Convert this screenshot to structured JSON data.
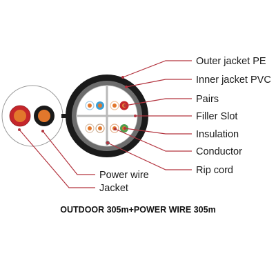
{
  "diagram": {
    "caption": "OUTDOOR 305m+POWER WIRE 305m",
    "labels": {
      "outer_jacket": "Outer jacket PE",
      "inner_jacket": "Inner jacket PVC",
      "pairs": "Pairs",
      "filler_slot": "Filler Slot",
      "insulation": "Insulation",
      "conductor": "Conductor",
      "rip_cord": "Rip cord",
      "power_wire": "Power wire",
      "jacket": "Jacket"
    }
  },
  "colors": {
    "leader_line": "#b3343f",
    "outer_jacket": "#1a1a1a",
    "inner_jacket": "#6d6d6d",
    "core": "#ffffff",
    "filler_cross": "#b9b9b9",
    "power_red": "#c5262b",
    "power_black": "#1a1a1a",
    "conductor_copper": "#e2772c",
    "pair_blue": "#3aa0d6",
    "pair_orange": "#e58a3a",
    "pair_green": "#4e9e4e",
    "pair_brown": "#8a5a35"
  }
}
